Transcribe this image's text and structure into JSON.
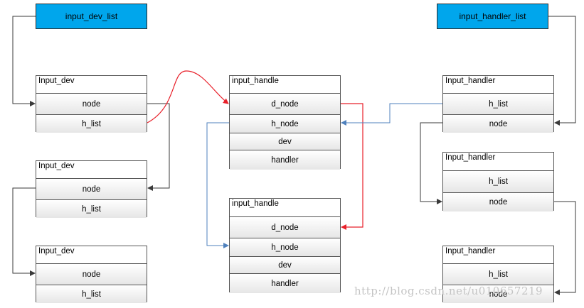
{
  "heads": {
    "dev_list": "input_dev_list",
    "handler_list": "input_handler_list"
  },
  "devs": [
    {
      "title": "Input_dev",
      "node": "node",
      "h_list": "h_list"
    },
    {
      "title": "Input_dev",
      "node": "node",
      "h_list": "h_list"
    },
    {
      "title": "Input_dev",
      "node": "node",
      "h_list": "h_list"
    }
  ],
  "handles": [
    {
      "title": "input_handle",
      "d_node": "d_node",
      "h_node": "h_node",
      "dev": "dev",
      "handler": "handler"
    },
    {
      "title": "input_handle",
      "d_node": "d_node",
      "h_node": "h_node",
      "dev": "dev",
      "handler": "handler"
    }
  ],
  "handlers": [
    {
      "title": "Input_handler",
      "h_list": "h_list",
      "node": "node"
    },
    {
      "title": "Input_handler",
      "h_list": "h_list",
      "node": "node"
    },
    {
      "title": "Input_handler",
      "h_list": "h_list",
      "node": "node"
    }
  ],
  "colors": {
    "list_head": "#00a6ec",
    "dark_link": "#3a3a3a",
    "red_link": "#e8202a",
    "blue_link": "#4f81bd"
  },
  "watermark": "http://blog.csdn.net/u010657219"
}
